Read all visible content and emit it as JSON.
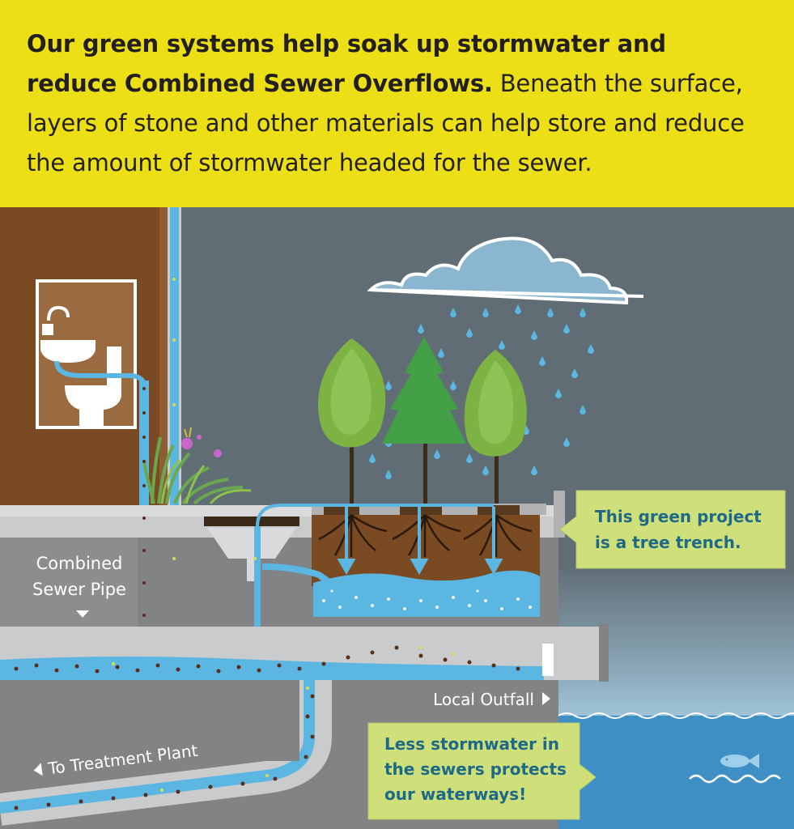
{
  "header": {
    "bold_text": "Our green systems help soak up stormwater and reduce Combined Sewer Overflows.",
    "body_text": " Beneath the surface, layers of stone and other materials can help store and reduce the amount of stormwater headed for the sewer."
  },
  "labels": {
    "combined_sewer_line1": "Combined",
    "combined_sewer_line2": "Sewer Pipe",
    "local_outfall": "Local Outfall",
    "to_treatment_plant": "To Treatment Plant"
  },
  "callouts": {
    "tree_trench_line1": "This green project",
    "tree_trench_line2": "is a tree trench.",
    "waterways_line1": "Less stormwater in",
    "waterways_line2": "the sewers protects",
    "waterways_line3": "our waterways!"
  },
  "colors": {
    "header_bg": "#ecdf16",
    "sky": "#606d75",
    "building": "#7a4a22",
    "water": "#5bb6e2",
    "pipe": "#c9cbcc",
    "soil": "#7a4a22",
    "callout_bg": "#cfe07a",
    "callout_text": "#1e6a86",
    "river": "#3d8fc6"
  }
}
